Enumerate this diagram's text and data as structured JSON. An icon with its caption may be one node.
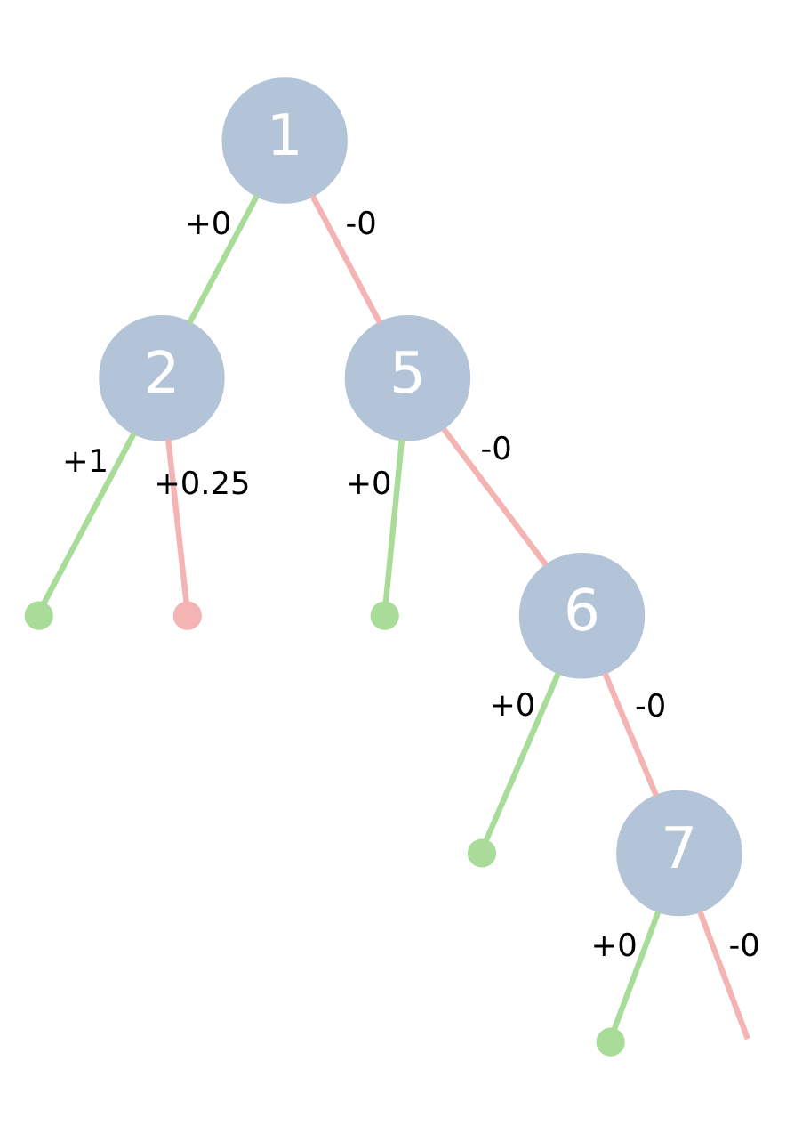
{
  "diagram": {
    "nodes": [
      {
        "text": [
          "1"
        ]
      },
      {
        "text": [
          "2"
        ]
      },
      {
        "text": [
          "5"
        ]
      },
      {
        "text": [],
        "shape": "circle"
      },
      {
        "text": [],
        "shape": "circle"
      },
      {
        "text": [],
        "shape": "circle"
      },
      {
        "text": [
          "6"
        ]
      },
      {
        "text": [],
        "shape": "circle"
      },
      {
        "text": [
          "7"
        ]
      },
      {
        "text": [],
        "shape": "circle"
      }
    ],
    "edges": [
      {
        "from": 0,
        "to": 1,
        "arrow": "none",
        "label": "+0",
        "color": "#a8dc98"
      },
      {
        "from": 0,
        "to": 2,
        "arrow": "none",
        "label": "-0",
        "color": "#f4b4b4"
      },
      {
        "from": 1,
        "to": 3,
        "arrow": "none",
        "label": "+1",
        "color": "#a8dc98"
      },
      {
        "from": 1,
        "to": 4,
        "arrow": "none",
        "label": "+0.25",
        "color": "#f4b4b4"
      },
      {
        "from": 2,
        "to": 5,
        "arrow": "none",
        "label": "+0",
        "color": "#a8dc98"
      },
      {
        "from": 2,
        "to": 6,
        "arrow": "none",
        "label": "-0",
        "color": "#f4b4b4"
      },
      {
        "from": 6,
        "to": 7,
        "arrow": "none",
        "label": "+0",
        "color": "#a8dc98"
      },
      {
        "from": 6,
        "to": 8,
        "arrow": "none",
        "label": "-0",
        "color": "#f4b4b4"
      },
      {
        "from": 8,
        "to": 9,
        "arrow": "none",
        "label": "+0",
        "color": "#a8dc98"
      },
      {
        "from": 8,
        "to": null,
        "arrow": "none",
        "label": "-0",
        "color": "#f4b4b4"
      }
    ]
  }
}
